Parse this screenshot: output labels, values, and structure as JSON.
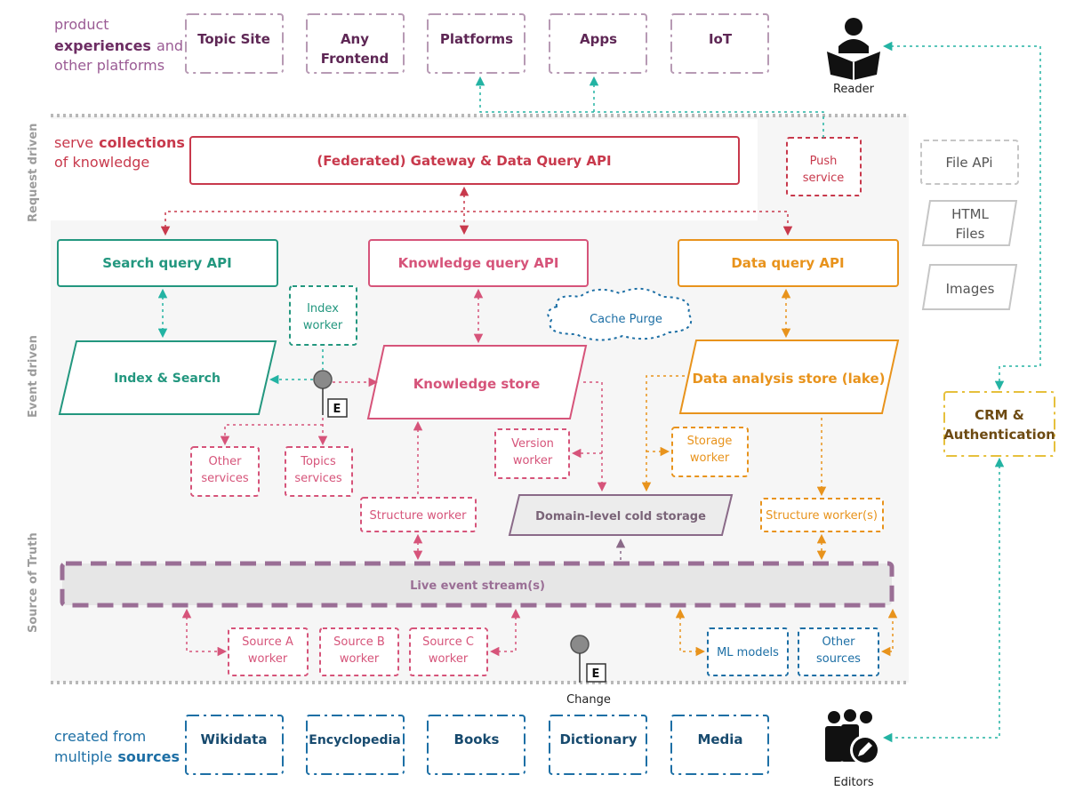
{
  "captions": {
    "top": [
      "product",
      "experiences",
      "and",
      "other platforms"
    ],
    "serve": [
      "serve",
      "collections",
      "of knowledge"
    ],
    "bottom": [
      "created from",
      "multiple",
      "sources"
    ]
  },
  "side_labels": {
    "request": "Request driven",
    "event": "Event driven",
    "truth": "Source of Truth"
  },
  "products": [
    "Topic Site",
    "Any",
    "Frontend",
    "Platforms",
    "Apps",
    "IoT"
  ],
  "sources": [
    "Wikidata",
    "Encyclopedia",
    "Books",
    "Dictionary",
    "Media"
  ],
  "actors": {
    "reader": "Reader",
    "editors": "Editors",
    "change": "Change",
    "event_tag": "E"
  },
  "gateway": "(Federated) Gateway & Data Query API",
  "push": [
    "Push",
    "service"
  ],
  "apis": {
    "search": "Search query API",
    "knowledge": "Knowledge query API",
    "data": "Data query API"
  },
  "stores": {
    "index": "Index & Search",
    "knowledge": "Knowledge store",
    "lake": "Data analysis store (lake)",
    "cold": "Domain-level cold storage"
  },
  "workers": {
    "index": [
      "Index",
      "worker"
    ],
    "other_services": [
      "Other",
      "services"
    ],
    "topics_services": [
      "Topics",
      "services"
    ],
    "version": [
      "Version",
      "worker"
    ],
    "storage": [
      "Storage",
      "worker"
    ],
    "structure": "Structure worker",
    "structure_multi": "Structure worker(s)",
    "source_a": [
      "Source A",
      "worker"
    ],
    "source_b": [
      "Source B",
      "worker"
    ],
    "source_c": [
      "Source C",
      "worker"
    ],
    "ml": "ML models",
    "other_sources": [
      "Other",
      "sources"
    ]
  },
  "cache": "Cache Purge",
  "stream": "Live event stream(s)",
  "files": {
    "file_api": "File APi",
    "html": [
      "HTML",
      "Files"
    ],
    "images": "Images"
  },
  "crm": [
    "CRM &",
    "Authentication"
  ],
  "colors": {
    "purple": "#6d2d63",
    "purple_border": "#b79ab4",
    "red": "#c8394c",
    "pink": "#d6547a",
    "teal": "#23977f",
    "orange": "#e8931c",
    "blue": "#1d6fa5",
    "dark_blue": "#174a6e",
    "yellow": "#e6c03c",
    "grey": "#8a8a8a",
    "stream_border": "#9a6e95",
    "panel": "#f6f6f6"
  }
}
